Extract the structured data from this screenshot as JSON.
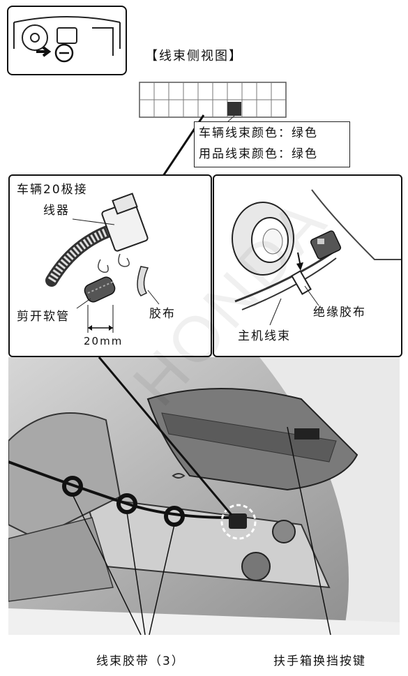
{
  "header": {
    "view_title": "【线束侧视图】"
  },
  "color_note": {
    "vehicle_harness_color": "车辆线束颜色：绿色",
    "accessory_harness_color": "用品线束颜色：绿色"
  },
  "left_panel": {
    "connector_label_line1": "车辆20极接",
    "connector_label_line2": "线器",
    "cut_tube_label": "剪开软管",
    "tape_label": "胶布",
    "dimension_label": "20mm"
  },
  "right_panel": {
    "insulation_tape_label": "绝缘胶布",
    "main_harness_label": "主机线束"
  },
  "photo": {
    "ties_label": "线束胶带（3）",
    "button_label": "扶手箱换挡按键"
  },
  "watermark": "HONDA"
}
